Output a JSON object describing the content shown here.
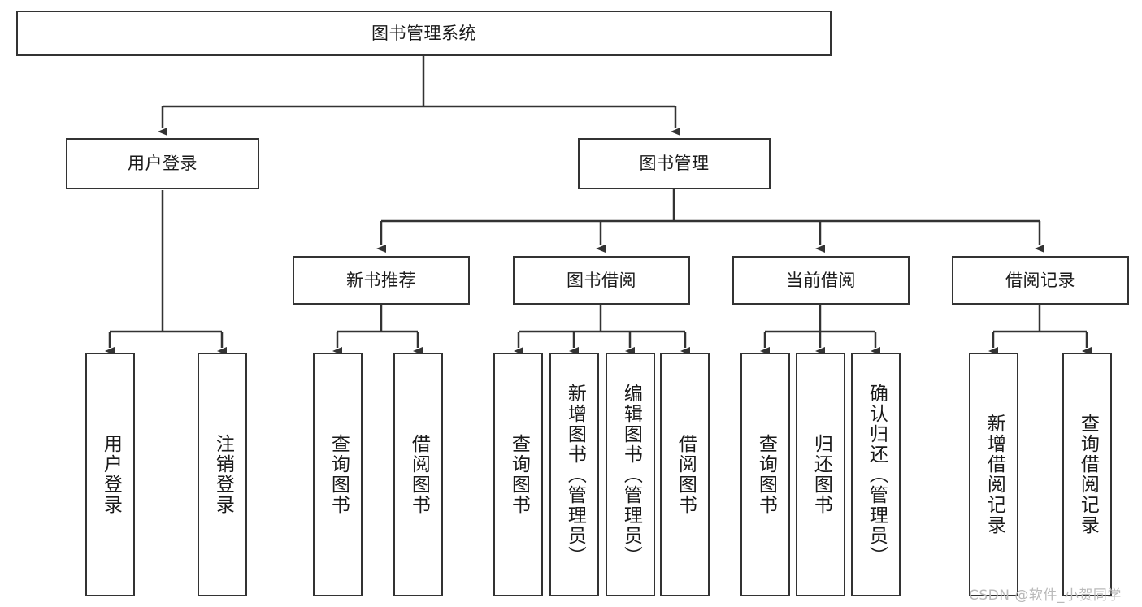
{
  "diagram": {
    "title": "图书管理系统",
    "type": "tree-hierarchy-diagram",
    "colors": {
      "box_border": "#333333",
      "box_fill": "#ffffff",
      "connector": "#333333",
      "canvas": "#ffffff",
      "watermark": "#b9b9b9"
    },
    "root": {
      "label": "图书管理系统"
    },
    "level2": [
      {
        "label": "用户登录"
      },
      {
        "label": "图书管理"
      }
    ],
    "level3": [
      {
        "label": "新书推荐"
      },
      {
        "label": "图书借阅"
      },
      {
        "label": "当前借阅"
      },
      {
        "label": "借阅记录"
      }
    ],
    "leaves": {
      "user_login": [
        {
          "label": "用户登录"
        },
        {
          "label": "注销登录"
        }
      ],
      "new_book_recommend": [
        {
          "label": "查询图书"
        },
        {
          "label": "借阅图书"
        }
      ],
      "book_borrow": [
        {
          "label": "查询图书"
        },
        {
          "label": "新增图书（管理员）"
        },
        {
          "label": "编辑图书（管理员）"
        },
        {
          "label": "借阅图书"
        }
      ],
      "current_borrow": [
        {
          "label": "查询图书"
        },
        {
          "label": "归还图书"
        },
        {
          "label": "确认归还（管理员）"
        }
      ],
      "borrow_record": [
        {
          "label": "新增借阅记录"
        },
        {
          "label": "查询借阅记录"
        }
      ]
    }
  },
  "watermark": {
    "text": "CSDN @软件_小贺同学"
  }
}
